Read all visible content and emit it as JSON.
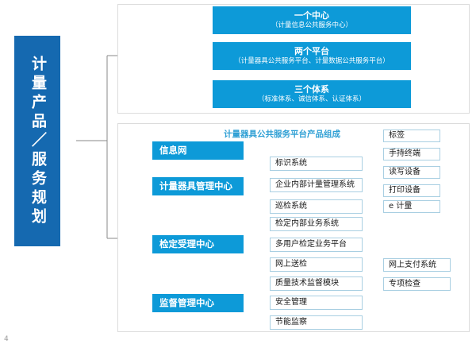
{
  "page": {
    "number": "4"
  },
  "colors": {
    "banner_blue": "#1569b0",
    "box_blue": "#0d9ad8",
    "white_box_border": "#a9cfe2",
    "panel_border": "#dcdcdc",
    "section_title": "#2e9fd4",
    "connector": "#808080"
  },
  "banner": {
    "label": "计量产品／服务规划"
  },
  "top_panel": {
    "items": [
      {
        "title": "一个中心",
        "subtitle": "（计量信息公共服务中心）"
      },
      {
        "title": "两个平台",
        "subtitle": "（计量器具公共服务平台、计量数据公共服务平台）"
      },
      {
        "title": "三个体系",
        "subtitle": "（标准体系、诚信体系、认证体系）"
      }
    ]
  },
  "bottom_panel": {
    "title": "计量器具公共服务平台产品组成",
    "centers": [
      {
        "label": "信息网"
      },
      {
        "label": "计量器具管理中心"
      },
      {
        "label": "检定受理中心"
      },
      {
        "label": "监督管理中心"
      }
    ],
    "modules": [
      {
        "label": "标识系统"
      },
      {
        "label": "企业内部计量管理系统"
      },
      {
        "label": "巡检系统"
      },
      {
        "label": "检定内部业务系统"
      },
      {
        "label": "多用户检定业务平台"
      },
      {
        "label": "网上送检"
      },
      {
        "label": "质量技术监督模块"
      },
      {
        "label": "安全管理"
      },
      {
        "label": "节能监察"
      }
    ],
    "leaves": [
      {
        "label": "标签"
      },
      {
        "label": "手持终端"
      },
      {
        "label": "读写设备"
      },
      {
        "label": "打印设备"
      },
      {
        "label": "e 计量"
      },
      {
        "label": "网上支付系统"
      },
      {
        "label": "专项检查"
      }
    ]
  }
}
